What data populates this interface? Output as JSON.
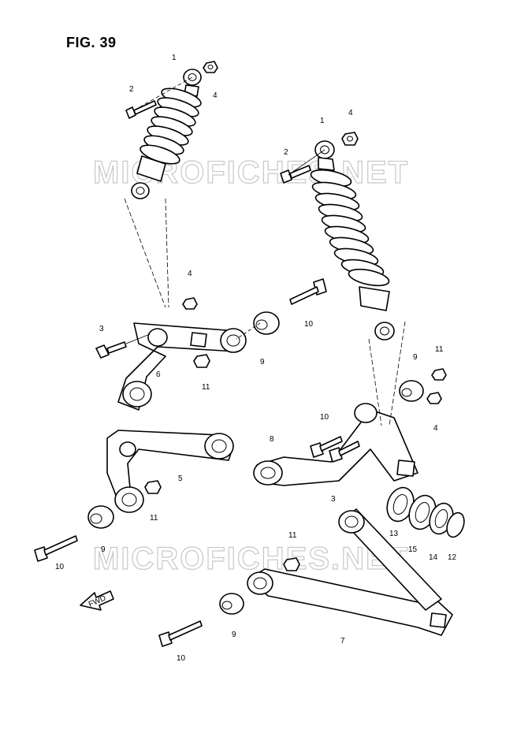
{
  "figure": {
    "title": "FIG. 39"
  },
  "watermark": {
    "text": "MICROFICHES.NET"
  },
  "fwd_label": "FWD",
  "callouts": [
    {
      "id": "c1a",
      "text": "1"
    },
    {
      "id": "c2a",
      "text": "2"
    },
    {
      "id": "c4a",
      "text": "4"
    },
    {
      "id": "c1b",
      "text": "1"
    },
    {
      "id": "c4b",
      "text": "4"
    },
    {
      "id": "c2b",
      "text": "2"
    },
    {
      "id": "c4c",
      "text": "4"
    },
    {
      "id": "c3a",
      "text": "3"
    },
    {
      "id": "c10a",
      "text": "10"
    },
    {
      "id": "c6",
      "text": "6"
    },
    {
      "id": "c9a",
      "text": "9"
    },
    {
      "id": "c11a",
      "text": "11"
    },
    {
      "id": "c11b",
      "text": "11"
    },
    {
      "id": "c9b",
      "text": "9"
    },
    {
      "id": "c4d",
      "text": "4"
    },
    {
      "id": "c10b",
      "text": "10"
    },
    {
      "id": "c8",
      "text": "8"
    },
    {
      "id": "c3b",
      "text": "3"
    },
    {
      "id": "c5",
      "text": "5"
    },
    {
      "id": "c11c",
      "text": "11"
    },
    {
      "id": "c9c",
      "text": "9"
    },
    {
      "id": "c10c",
      "text": "10"
    },
    {
      "id": "c13",
      "text": "13"
    },
    {
      "id": "c15",
      "text": "15"
    },
    {
      "id": "c14",
      "text": "14"
    },
    {
      "id": "c12",
      "text": "12"
    },
    {
      "id": "c11d",
      "text": "11"
    },
    {
      "id": "c9d",
      "text": "9"
    },
    {
      "id": "c7",
      "text": "7"
    },
    {
      "id": "c10d",
      "text": "10"
    }
  ]
}
